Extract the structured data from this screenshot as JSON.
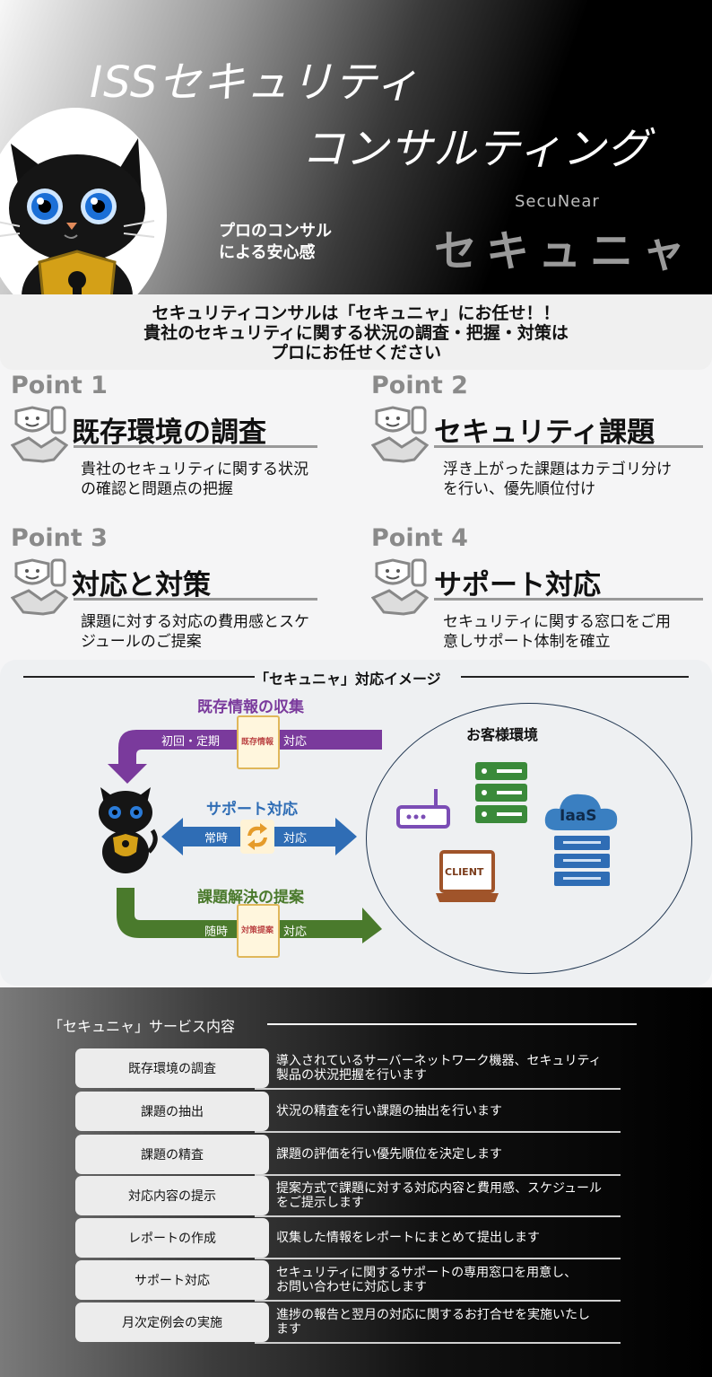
{
  "hero": {
    "title_line1": "ISSセキュリティ",
    "title_line2": "コンサルティング",
    "brand_sub": "SecuNear",
    "brand": "セキュニャ",
    "tagline_line1": "プロのコンサル",
    "tagline_line2": "による安心感"
  },
  "banner": {
    "line1": "セキュリティコンサルは「セキュニャ」にお任せ！！",
    "line2": "貴社のセキュリティに関する状況の調査・把握・対策は",
    "line3": "プロにお任せください"
  },
  "points": [
    {
      "label": "Point 1",
      "title": "既存環境の調査",
      "desc1": "貴社のセキュリティに関する状況",
      "desc2": "の確認と問題点の把握"
    },
    {
      "label": "Point 2",
      "title": "セキュリティ課題",
      "desc1": "浮き上がった課題はカテゴリ分け",
      "desc2": "を行い、優先順位付け"
    },
    {
      "label": "Point 3",
      "title": "対応と対策",
      "desc1": "課題に対する対応の費用感とスケ",
      "desc2": "ジュールのご提案"
    },
    {
      "label": "Point 4",
      "title": "サポート対応",
      "desc1": "セキュリティに関する窓口をご用",
      "desc2": "意しサポート体制を確立"
    }
  ],
  "image_section": {
    "heading": "「セキュニャ」対応イメージ",
    "flow1_title": "既存情報の収集",
    "flow1_left": "初回・定期",
    "flow1_doc": "既存情報",
    "flow1_right": "対応",
    "flow2_title": "サポート対応",
    "flow2_left": "常時",
    "flow2_right": "対応",
    "flow3_title": "課題解決の提案",
    "flow3_left": "随時",
    "flow3_doc": "対策提案",
    "flow3_right": "対応",
    "env_title": "お客様環境",
    "client_label": "CLIENT",
    "cloud_label": "IaaS",
    "colors": {
      "purple": "#7a3a9c",
      "blue": "#2f6db5",
      "green": "#4a7a2c"
    }
  },
  "service": {
    "heading": "「セキュニャ」サービス内容",
    "rows": [
      {
        "name": "既存環境の調査",
        "desc1": "導入されているサーバーネットワーク機器、セキュリティ",
        "desc2": "製品の状況把握を行います"
      },
      {
        "name": "課題の抽出",
        "desc1": "状況の精査を行い課題の抽出を行います",
        "desc2": ""
      },
      {
        "name": "課題の精査",
        "desc1": "課題の評価を行い優先順位を決定します",
        "desc2": ""
      },
      {
        "name": "対応内容の提示",
        "desc1": "提案方式で課題に対する対応内容と費用感、スケジュール",
        "desc2": "をご提示します"
      },
      {
        "name": "レポートの作成",
        "desc1": "収集した情報をレポートにまとめて提出します",
        "desc2": ""
      },
      {
        "name": "サポート対応",
        "desc1": "セキュリティに関するサポートの専用窓口を用意し、",
        "desc2": "お問い合わせに対応します"
      },
      {
        "name": "月次定例会の実施",
        "desc1": "進捗の報告と翌月の対応に関するお打合せを実施いたし",
        "desc2": "ます"
      }
    ]
  }
}
